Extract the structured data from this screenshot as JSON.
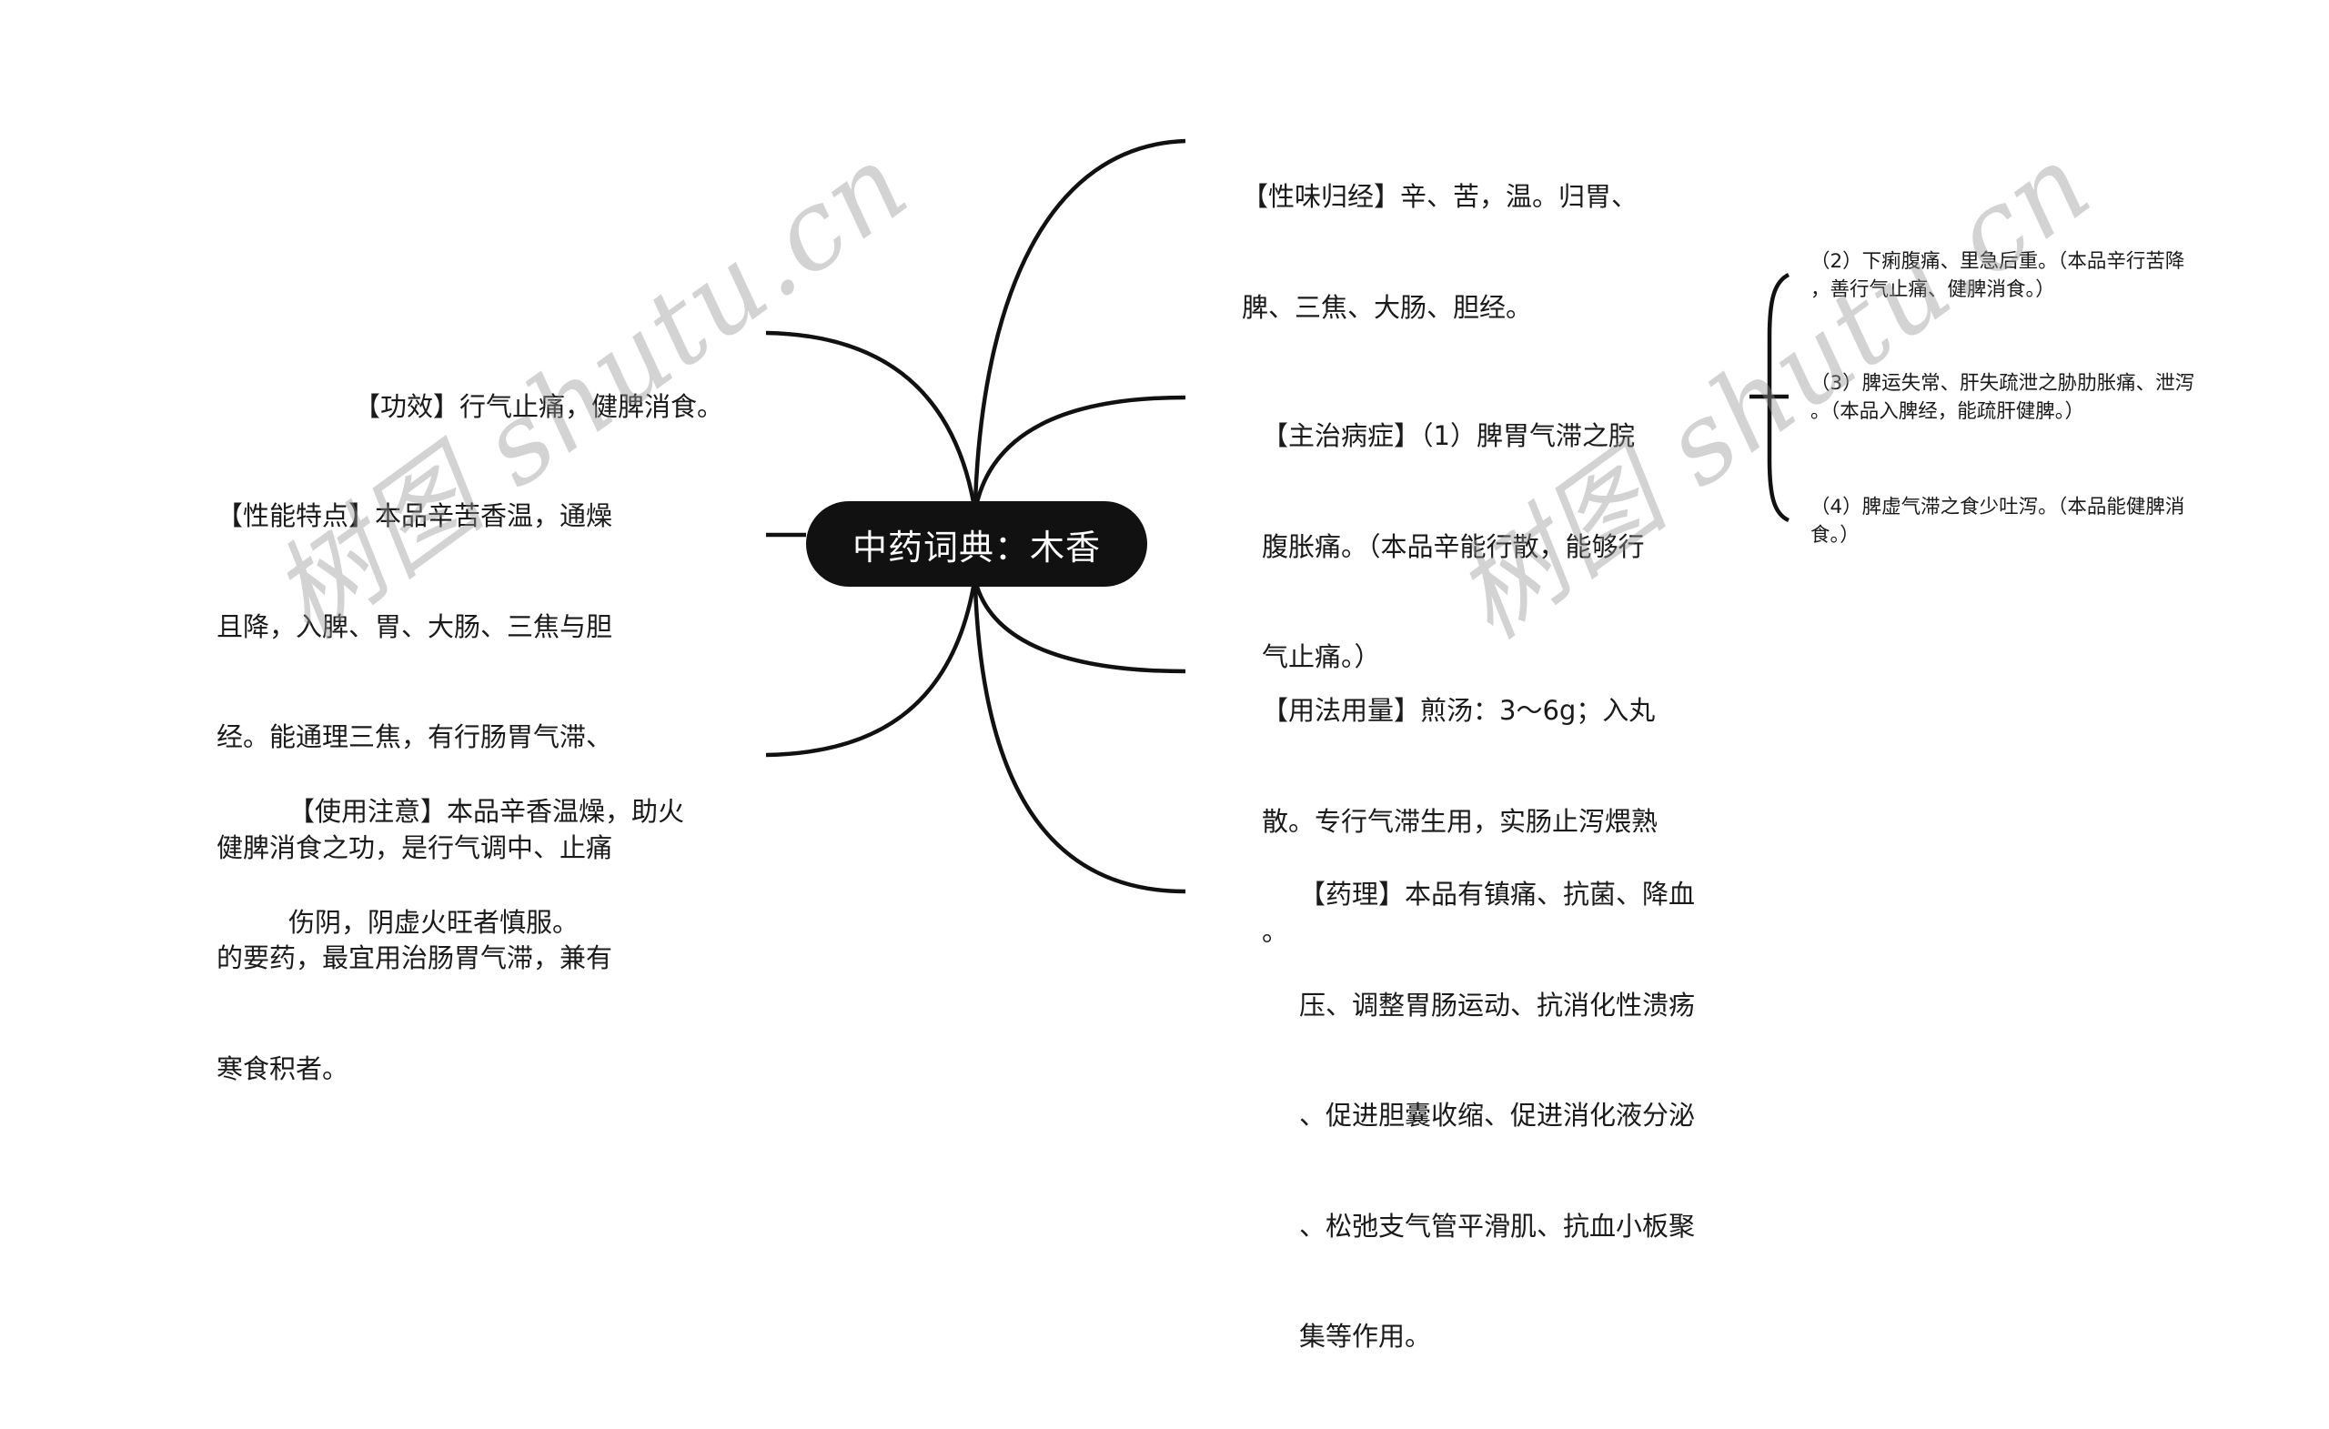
{
  "root": {
    "title": "中药词典：木香"
  },
  "left_branches": [
    {
      "id": "gongxiao",
      "lines": [
        "【功效】行气止痛，健脾消食。"
      ]
    },
    {
      "id": "xingneng",
      "lines": [
        "【性能特点】本品辛苦香温，通燥",
        "且降，入脾、胃、大肠、三焦与胆",
        "经。能通理三焦，有行肠胃气滞、",
        "健脾消食之功，是行气调中、止痛",
        "的要药，最宜用治肠胃气滞，兼有",
        "寒食积者。"
      ]
    },
    {
      "id": "shiyong",
      "lines": [
        "【使用注意】本品辛香温燥，助火",
        "伤阴，阴虚火旺者慎服。"
      ]
    }
  ],
  "right_branches": [
    {
      "id": "xingwei",
      "lines": [
        "【性味归经】辛、苦，温。归胃、",
        "脾、三焦、大肠、胆经。"
      ]
    },
    {
      "id": "zhuzhi",
      "lines": [
        "【主治病症】（1）脾胃气滞之脘",
        "腹胀痛。（本品辛能行散，能够行",
        "气止痛。）"
      ],
      "children": [
        {
          "lines": [
            "（2）下痢腹痛、里急后重。（本品辛行苦降",
            "，善行气止痛、健脾消食。）"
          ]
        },
        {
          "lines": [
            "（3）脾运失常、肝失疏泄之胁肋胀痛、泄泻",
            "。（本品入脾经，能疏肝健脾。）"
          ]
        },
        {
          "lines": [
            "（4）脾虚气滞之食少吐泻。（本品能健脾消",
            "食。）"
          ]
        }
      ]
    },
    {
      "id": "yongfa",
      "lines": [
        "【用法用量】煎汤：3～6g；入丸",
        "散。专行气滞生用，实肠止泻煨熟",
        "。"
      ]
    },
    {
      "id": "yaoli",
      "lines": [
        "【药理】本品有镇痛、抗菌、降血",
        "压、调整胃肠运动、抗消化性溃疡",
        "、促进胆囊收缩、促进消化液分泌",
        "、松弛支气管平滑肌、抗血小板聚",
        "集等作用。"
      ]
    }
  ],
  "watermarks": [
    "树图 shutu.cn",
    "树图 shutu.cn"
  ],
  "colors": {
    "root_bg": "#111111",
    "root_text": "#ffffff",
    "line": "#111111",
    "text": "#1a1a1a",
    "watermark": "#b4b4b4"
  }
}
